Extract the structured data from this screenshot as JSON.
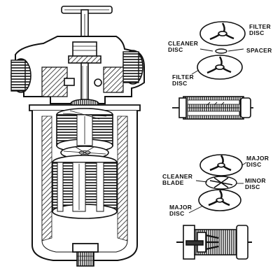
{
  "colors": {
    "ink": "#111111",
    "paper": "#ffffff",
    "shade": "#444444",
    "mid": "#8a8a8a"
  },
  "labels": {
    "filter_disc_top": "FILTER\nDISC",
    "cleaner_disc": "CLEANER\nDISC",
    "spacer": "SPACER",
    "filter_disc_left": "FILTER\nDISC",
    "major_disc_top": "MAJOR\nDISC",
    "cleaner_blade": "CLEANER\nBLADE",
    "minor_disc": "MINOR\nDISC",
    "major_disc_left": "MAJOR\nDISC"
  }
}
